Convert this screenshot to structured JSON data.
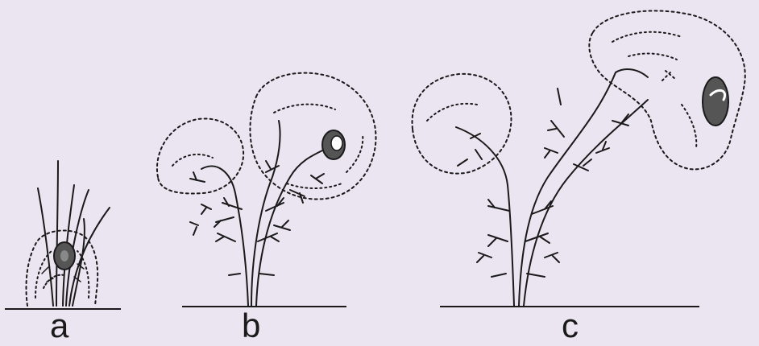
{
  "panels": [
    {
      "id": "a",
      "label": "a"
    },
    {
      "id": "b",
      "label": "b"
    },
    {
      "id": "c",
      "label": "c"
    }
  ],
  "colors": {
    "background": "#ebe5f2",
    "ink": "#1a1a1a",
    "fruit_fill": "#555555"
  },
  "icons": {
    "panel_a": "grass-tuft-with-fruit",
    "panel_b": "branching-plant-with-fruit",
    "panel_c": "tall-branching-plant-with-fruit"
  }
}
